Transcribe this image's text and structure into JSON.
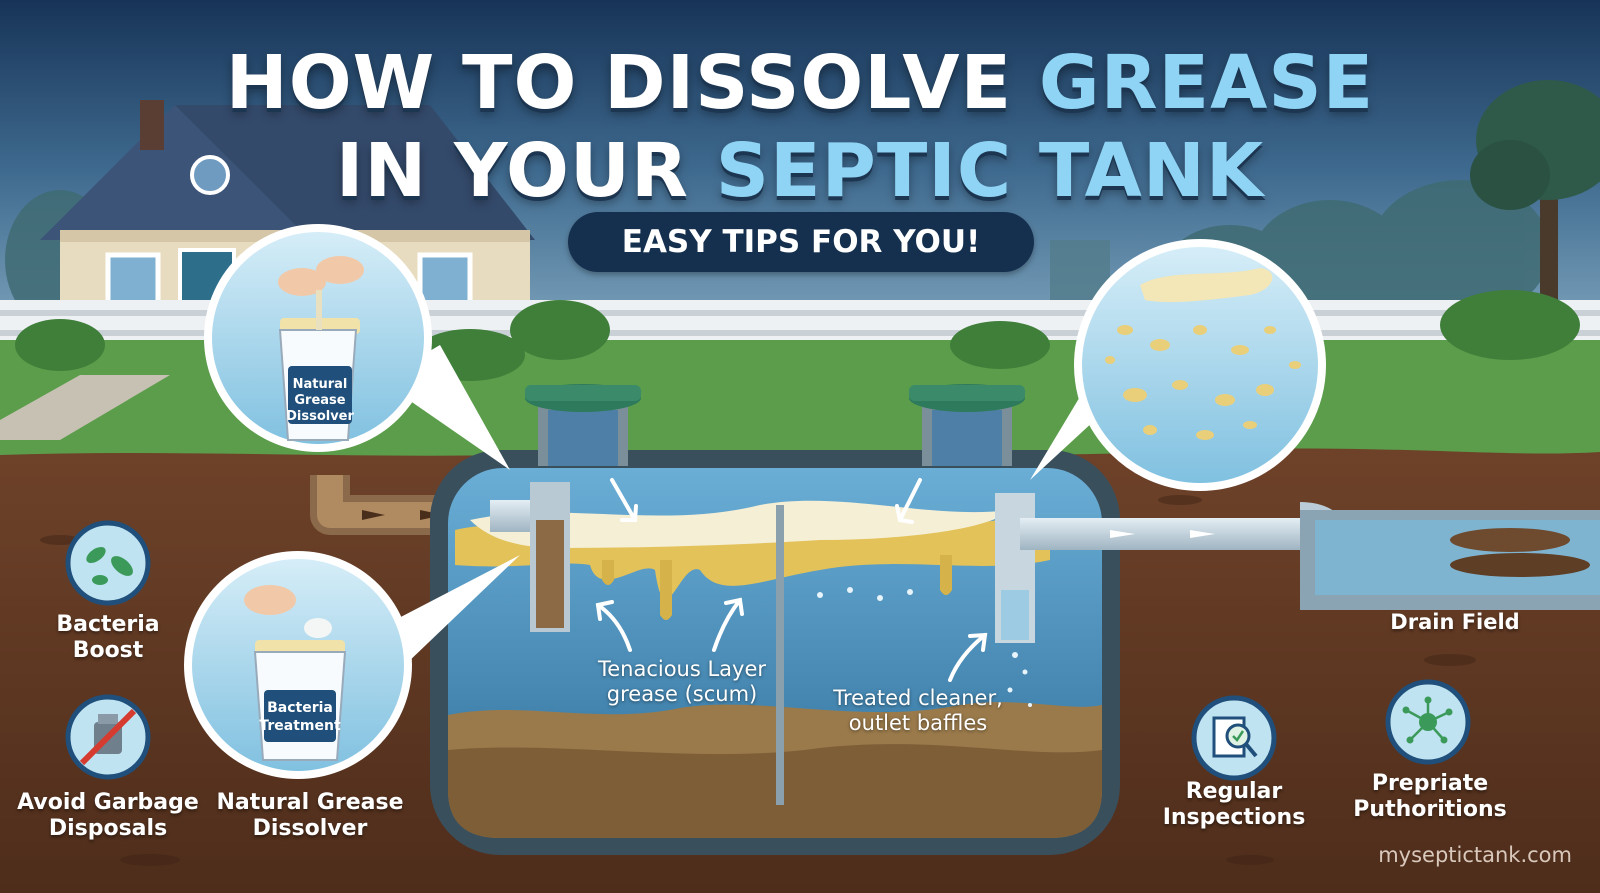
{
  "title": {
    "line1_a": "HOW TO DISSOLVE",
    "line1_b": "GREASE",
    "line2_a": "IN YOUR",
    "line2_b": "SEPTIC TANK"
  },
  "subtitle": "EASY TIPS FOR YOU!",
  "tubs": {
    "top": [
      "Natural",
      "Grease",
      "Dissolver"
    ],
    "bottom": [
      "Bacteria",
      "Treatment"
    ]
  },
  "tips": {
    "bacteria_boost": [
      "Bacteria",
      "Boost"
    ],
    "avoid_disposals": [
      "Avoid Garbage",
      "Disposals"
    ],
    "natural_dissolver": [
      "Natural Grease",
      "Dissolver"
    ],
    "regular_inspections": [
      "Regular",
      "Inspections"
    ],
    "prepriate": [
      "Prepriate",
      "Puthoritions"
    ]
  },
  "tank": {
    "scum_label": [
      "Tenacious Layer",
      "grease (scum)"
    ],
    "outlet_label": [
      "Treated cleaner,",
      "outlet baffles"
    ]
  },
  "drain_field": "Drain Field",
  "footer": "myseptictank.com",
  "colors": {
    "sky": "#1e3d63",
    "accent": "#8fd4f5",
    "soil": "#6b4128",
    "water": "#4f97c4",
    "grease": "#e8c65a",
    "pipe": "#b9ccd8"
  },
  "icons": [
    "bacteria-icon",
    "no-disposal-icon",
    "magnifier-check-icon",
    "microbe-icon",
    "house-icon"
  ]
}
